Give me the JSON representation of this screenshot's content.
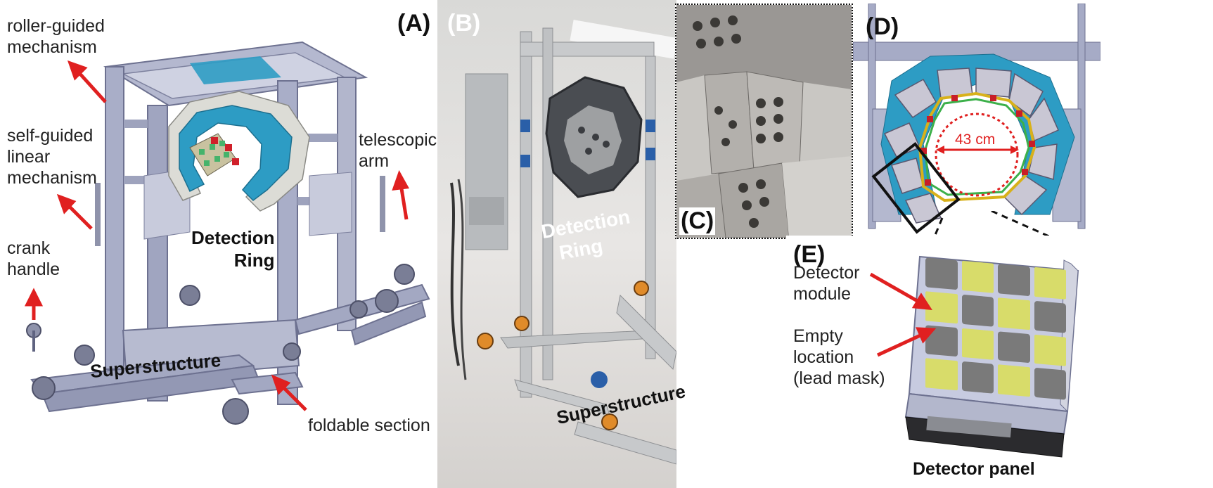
{
  "panels": {
    "A": {
      "label": "(A)",
      "annotations": {
        "roller": [
          "roller-guided",
          "mechanism"
        ],
        "self_guided": [
          "self-guided",
          "linear",
          "mechanism"
        ],
        "telescopic": [
          "telescopic",
          "arm"
        ],
        "crank": [
          "crank",
          "handle"
        ],
        "foldable": "foldable section",
        "ring": [
          "Detection",
          "Ring"
        ],
        "superstructure": "Superstructure"
      }
    },
    "B": {
      "label": "(B)",
      "ring": [
        "Detection",
        "Ring"
      ],
      "superstructure": "Superstructure"
    },
    "C": {
      "label": "(C)"
    },
    "D": {
      "label": "(D)",
      "dimension": "43 cm"
    },
    "E": {
      "label": "(E)",
      "annotations": {
        "module": [
          "Detector",
          "module"
        ],
        "empty": [
          "Empty",
          "location",
          "(lead mask)"
        ]
      },
      "title": "Detector panel"
    }
  },
  "colors": {
    "frame": "#a9aec8",
    "ring_blue": "#2d9cc4",
    "arrow_red": "#e02020",
    "module_yellow": "#d8dc6a",
    "module_gray": "#7a7a7a"
  }
}
